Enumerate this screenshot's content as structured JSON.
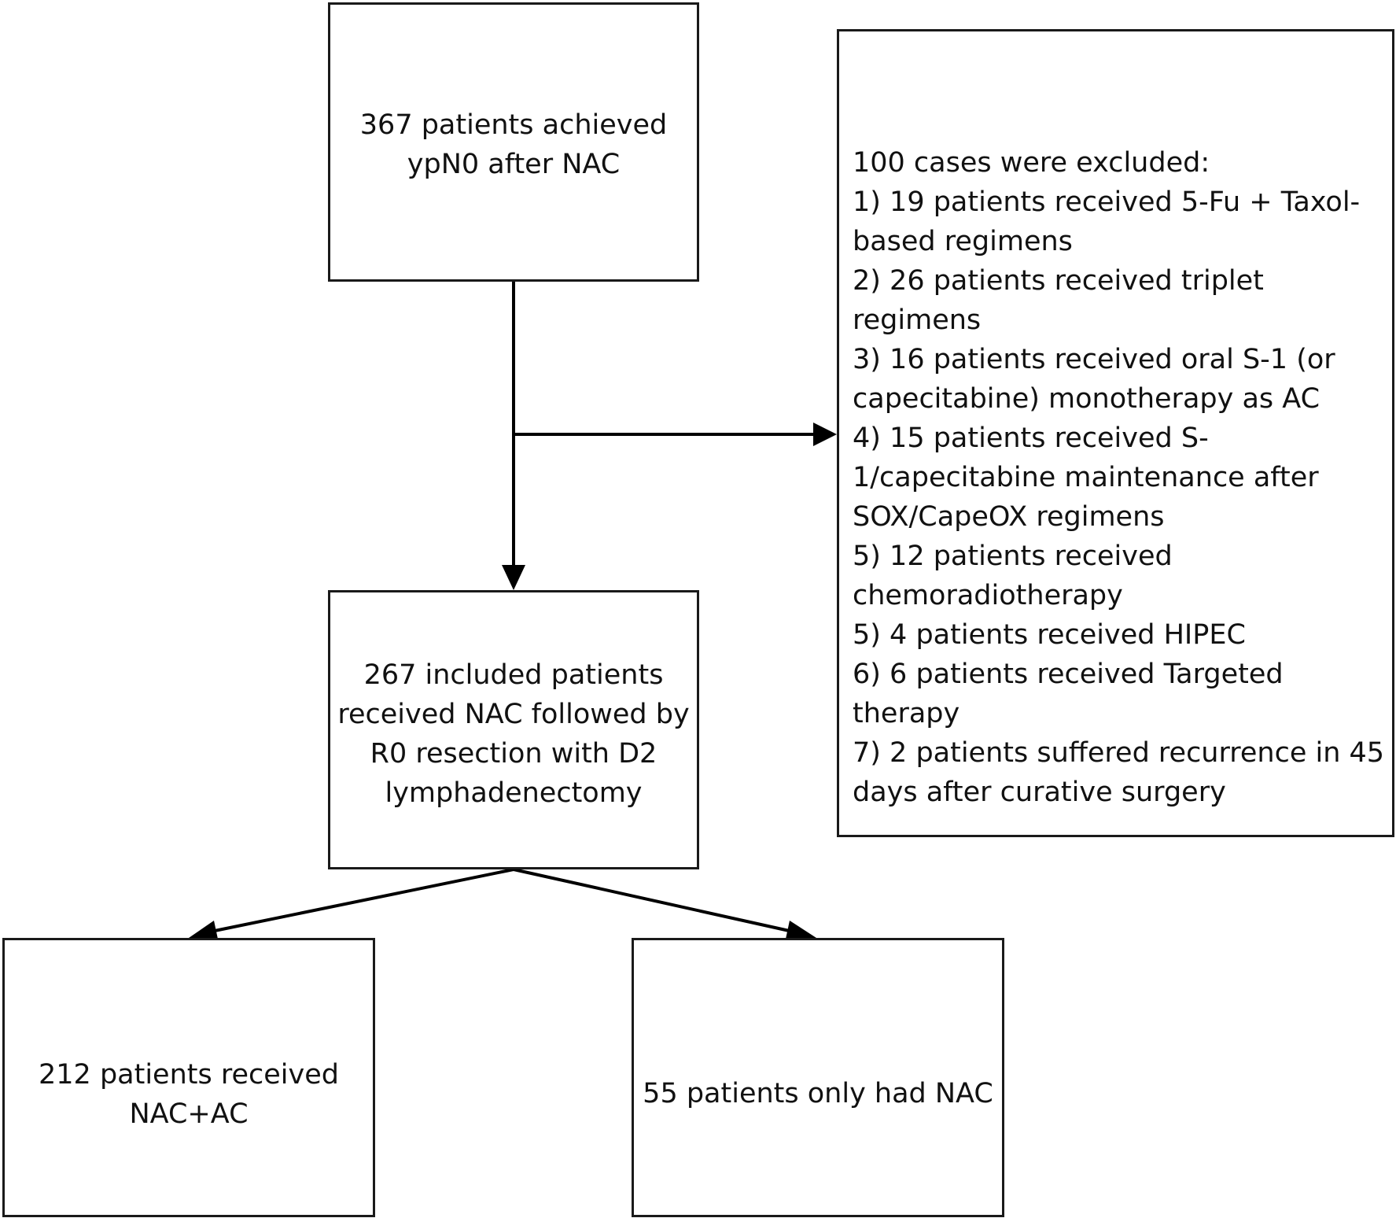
{
  "flowchart": {
    "start": {
      "lines": [
        "367 patients achieved",
        "ypN0 after NAC"
      ]
    },
    "included": {
      "lines": [
        "267 included patients",
        "received NAC followed by",
        "R0 resection with D2",
        "lymphadenectomy"
      ]
    },
    "nac_ac": {
      "lines": [
        "212 patients received",
        "NAC+AC"
      ]
    },
    "nac_only": {
      "lines": [
        "55 patients only had NAC"
      ]
    },
    "excluded": {
      "lines": [
        "100 cases were excluded:",
        "1) 19 patients received 5-Fu + Taxol-",
        "based regimens",
        "2) 26 patients received triplet regimens",
        "3) 16 patients received oral S-1 (or",
        "capecitabine) monotherapy as AC",
        "4) 15 patients received S-",
        "1/capecitabine maintenance after",
        "SOX/CapeOX regimens",
        "5) 12 patients received",
        "chemoradiotherapy",
        "5) 4 patients received HIPEC",
        "6) 6 patients received Targeted therapy",
        "7) 2 patients suffered recurrence in 45",
        "days after curative surgery"
      ]
    }
  }
}
